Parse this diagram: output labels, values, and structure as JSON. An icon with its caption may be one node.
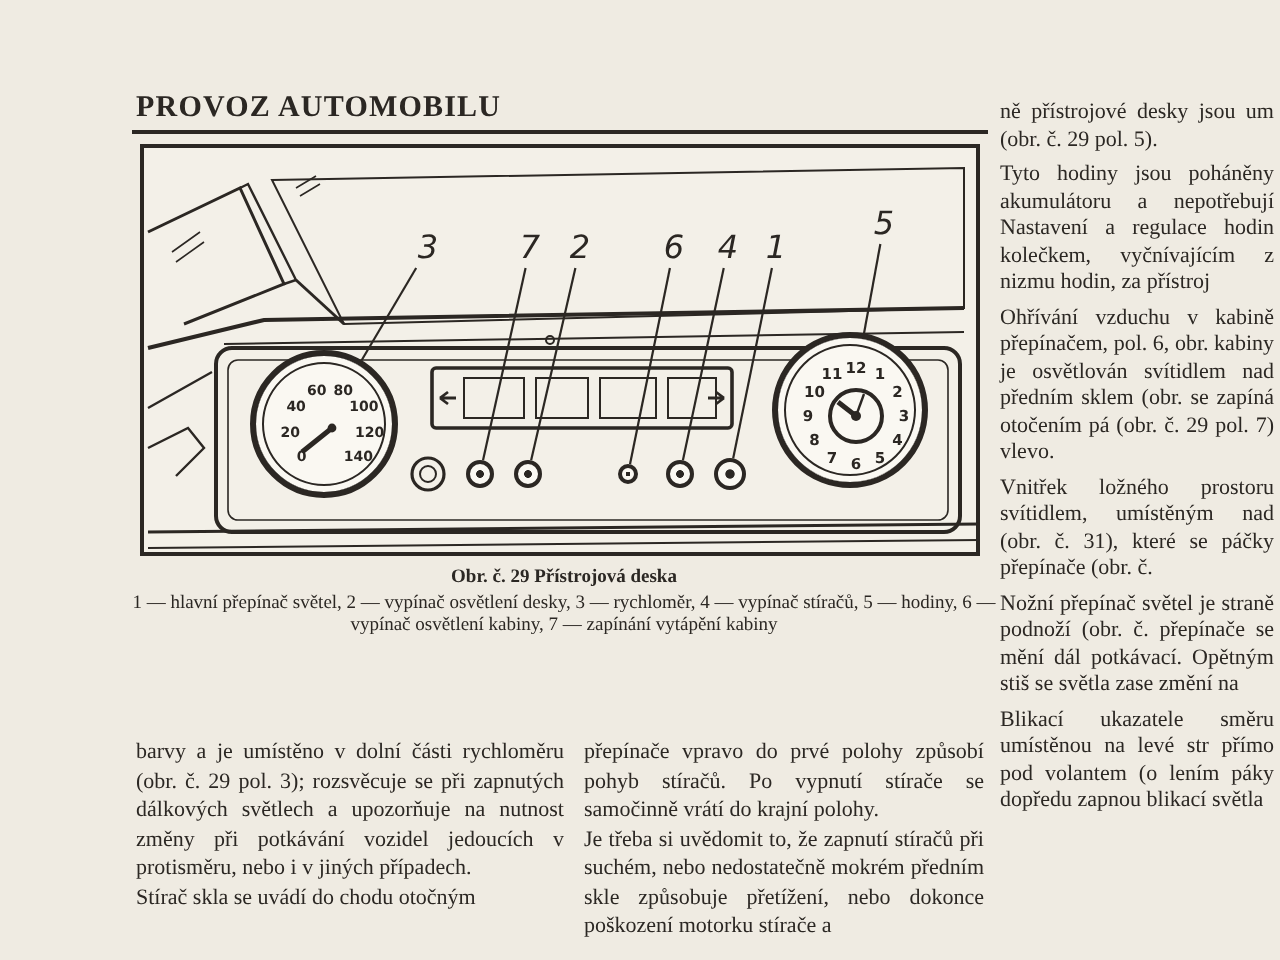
{
  "diagram": {
    "title": "PROVOZ AUTOMOBILU",
    "caption": "Obr. č. 29 Přístrojová deska",
    "nodes": [
      {
        "text": [
          "3"
        ]
      },
      {
        "text": [
          "7"
        ]
      },
      {
        "text": [
          "2"
        ]
      },
      {
        "text": [
          "6"
        ]
      },
      {
        "text": [
          "4"
        ]
      },
      {
        "text": [
          "1"
        ]
      },
      {
        "text": [
          "5"
        ]
      },
      {
        "text": [
          "0",
          "20",
          "40",
          "60",
          "80",
          "100",
          "120",
          "140"
        ]
      },
      {
        "text": [],
        "shape": "circle"
      },
      {
        "text": [],
        "shape": "circle"
      },
      {
        "text": [],
        "shape": "circle"
      },
      {
        "text": [],
        "shape": "circle"
      },
      {
        "text": [],
        "shape": "circle"
      },
      {
        "text": [
          "12",
          "1",
          "2",
          "3",
          "4",
          "5",
          "6",
          "7",
          "8",
          "9",
          "10",
          "11"
        ]
      }
    ],
    "edges": [
      {
        "from": 0,
        "to": 7,
        "arrow": "none"
      },
      {
        "from": 1,
        "to": 8,
        "arrow": "none"
      },
      {
        "from": 2,
        "to": 9,
        "arrow": "none"
      },
      {
        "from": 3,
        "to": 10,
        "arrow": "none"
      },
      {
        "from": 4,
        "to": 11,
        "arrow": "none"
      },
      {
        "from": 5,
        "to": 12,
        "arrow": "none"
      },
      {
        "from": 6,
        "to": 13,
        "arrow": "none"
      }
    ],
    "labels": [
      "1 — hlavní přepínač světel, 2 — vypínač osvětlení desky, 3 — rychloměr, 4 — vypínač stíračů, 5 — hodiny, 6 — vypínač osvětlení kabiny, 7 — zapínání vytápění kabiny",
      "barvy a je umístěno v dolní části rychloměru (obr. č. 29 pol. 3); rozsvěcuje se při zapnutých dálkových světlech a upozorňuje na nutnost změny při potkávání vozidel jedoucích v protisměru, nebo i v jiných případech.",
      "Stírač skla se uvádí do chodu otočným",
      "přepínače vpravo do prvé polohy způsobí pohyb stíračů. Po vypnutí stírače se samočinně vrátí do krajní polohy.",
      "Je třeba si uvědomit to, že zapnutí stíračů při suchém, nebo nedostatečně mokrém předním skle způsobuje přetížení, nebo dokonce poškození motorku stírače a",
      "ně přístrojové desky jsou um (obr. č. 29 pol. 5).",
      "Tyto hodiny jsou poháněny akumulátoru a nepotřebují Nastavení a regulace hodin kolečkem, vyčnívajícím z nizmu hodin, za přístroj",
      "Ohřívání vzduchu v kabině přepínačem, pol. 6, obr. kabiny je osvětlován svítidlem nad předním sklem (obr. se zapíná otočením pá (obr. č. 29 pol. 7) vlevo.",
      "Vnitřek ložného prostoru svítidlem, umístěným nad (obr. č. 31), které se páčky přepínače (obr. č.",
      "Nožní přepínač světel je straně podnoží (obr. č. přepínače se mění dál potkávací. Opětným stiš se světla zase změní na",
      "Blikací ukazatele směru umístěnou na levé str přímo pod volantem (o lením páky dopředu zapnou blikací světla"
    ]
  }
}
